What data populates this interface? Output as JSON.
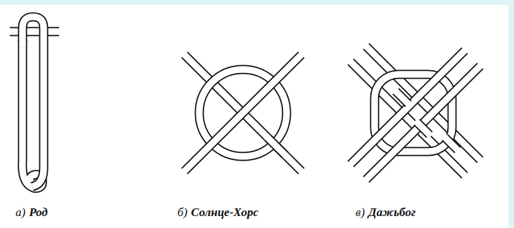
{
  "diagram": {
    "labels": [
      "а)",
      "Род",
      "б)",
      "Солнце-Хорс",
      "в)",
      "Дажьбог"
    ]
  }
}
